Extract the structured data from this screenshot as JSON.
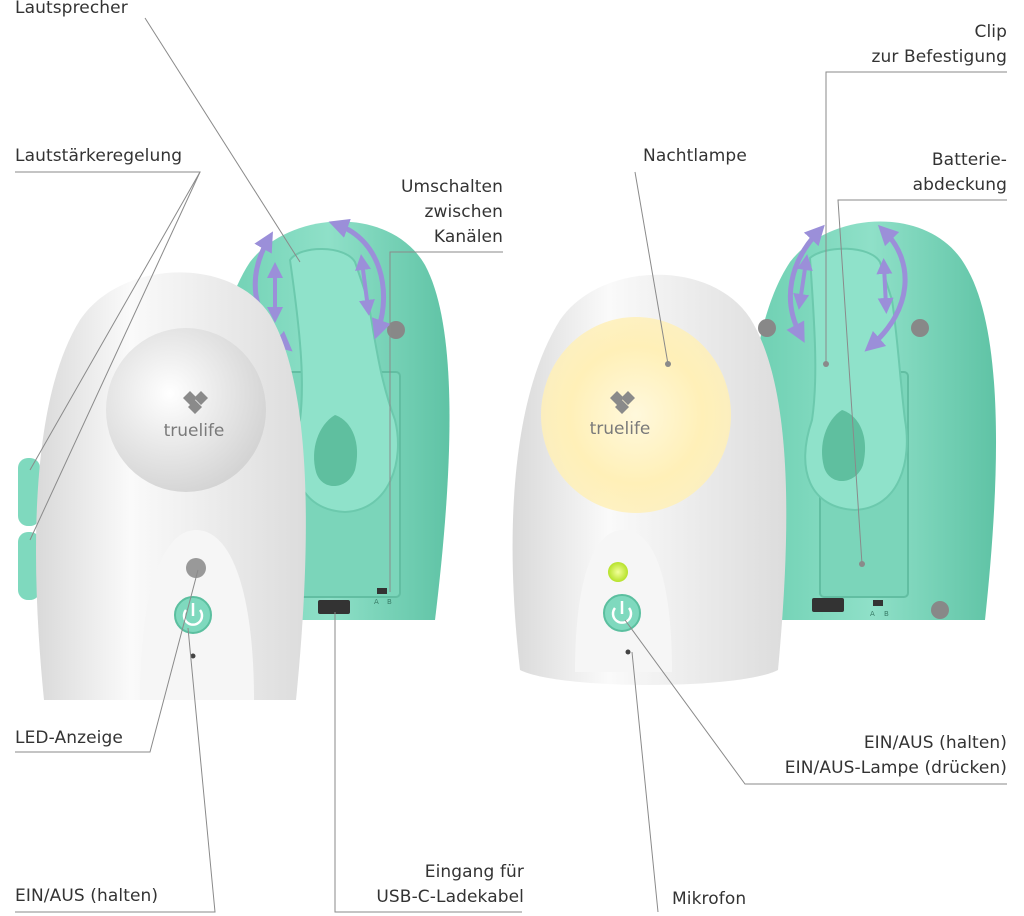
{
  "brand": "truelife",
  "colors": {
    "mint": "#7fd9be",
    "mint_dark": "#4bb596",
    "shell_white": "#f2f2f2",
    "arrow_purple": "#9b8fd9",
    "led_green": "#c8f03a",
    "lamp_glow": "#fff2c2",
    "text": "#333333",
    "leader_line": "#8a8a8a"
  },
  "device_labels": {
    "switch": [
      "A",
      "B"
    ]
  },
  "labels": {
    "speaker": "Lautsprecher",
    "volume": "Lautstärkeregelung",
    "channel_switch": [
      "Umschalten",
      "zwischen",
      "Kanälen"
    ],
    "night_lamp": "Nachtlampe",
    "clip": [
      "Clip",
      "zur Befestigung"
    ],
    "battery_cover": [
      "Batterie-",
      "abdeckung"
    ],
    "led": "LED-Anzeige",
    "power_hold_left": "EIN/AUS (halten)",
    "usb_input": [
      "Eingang für",
      "USB-C-Ladekabel"
    ],
    "microphone": "Mikrofon",
    "power_right": [
      "EIN/AUS (halten)",
      "EIN/AUS-Lampe (drücken)"
    ]
  }
}
